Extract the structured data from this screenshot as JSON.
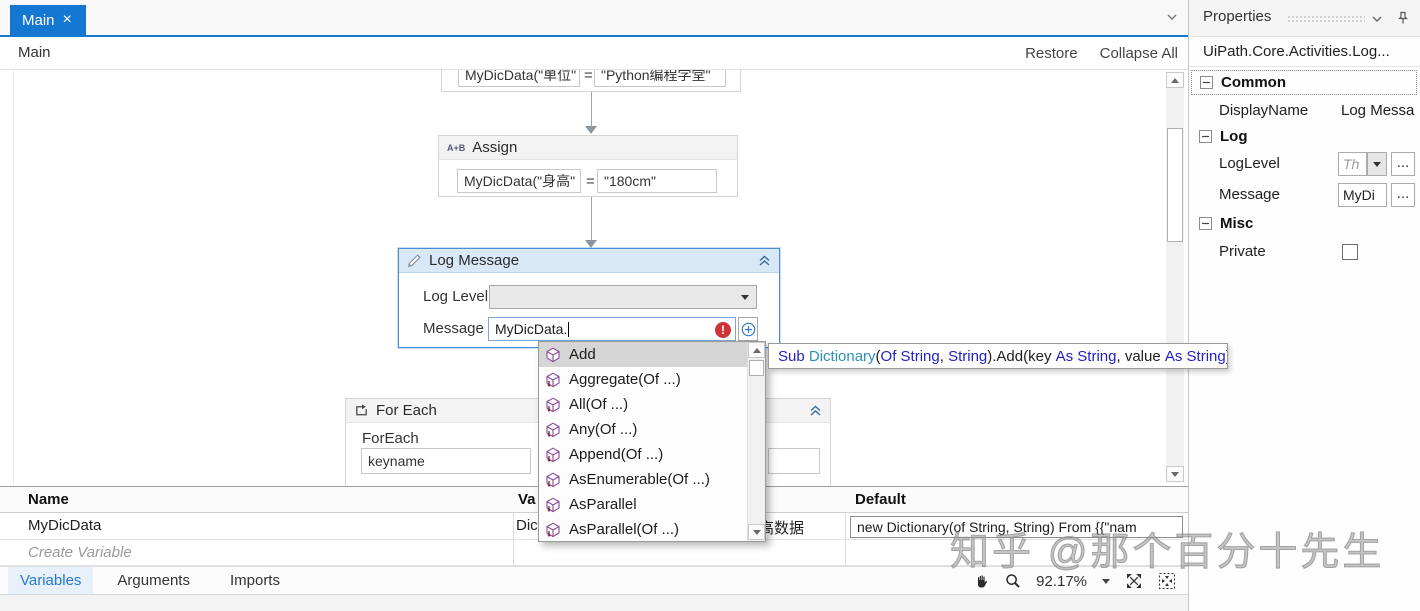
{
  "colors": {
    "accent_blue": "#1478d2",
    "selection_blue": "#4a8fd3",
    "error_red": "#d13438",
    "method_purple": "#8a4a9e",
    "keyword_blue": "#1f1fc8",
    "type_teal": "#2b91af"
  },
  "tab_bar": {
    "tab_title": "Main",
    "close_glyph": "×"
  },
  "breadcrumb": {
    "title": "Main",
    "restore": "Restore",
    "collapse_all": "Collapse All"
  },
  "canvas": {
    "clipped_activity": {
      "left_expr": "MyDicData(\"单位\"",
      "equals": "=",
      "right_expr": "\"Python编程学堂\""
    },
    "assign": {
      "icon_text": "A+B",
      "title": "Assign",
      "to_expr": "MyDicData(\"身高\"",
      "equals": "=",
      "value_expr": "\"180cm\""
    },
    "log_message": {
      "title": "Log Message",
      "log_level_label": "Log Level",
      "log_level_value": "",
      "message_label": "Message",
      "message_value": "MyDicData."
    },
    "for_each": {
      "title": "For Each",
      "foreach_label": "ForEach",
      "item_value": "keyname",
      "in_value": ""
    }
  },
  "autocomplete": {
    "items": [
      {
        "label": "Add"
      },
      {
        "label": "Aggregate(Of ...)"
      },
      {
        "label": "All(Of ...)"
      },
      {
        "label": "Any(Of ...)"
      },
      {
        "label": "Append(Of ...)"
      },
      {
        "label": "AsEnumerable(Of ...)"
      },
      {
        "label": "AsParallel"
      },
      {
        "label": "AsParallel(Of ...)"
      }
    ]
  },
  "tooltip": {
    "segments": [
      {
        "text": "Sub ",
        "style": "kw"
      },
      {
        "text": "Dictionary",
        "style": "type"
      },
      {
        "text": "(",
        "style": "plain"
      },
      {
        "text": "Of String",
        "style": "kw"
      },
      {
        "text": ", ",
        "style": "plain"
      },
      {
        "text": "String",
        "style": "kw"
      },
      {
        "text": ").Add(key ",
        "style": "plain"
      },
      {
        "text": "As String",
        "style": "kw"
      },
      {
        "text": ", value ",
        "style": "plain"
      },
      {
        "text": "As String",
        "style": "kw"
      },
      {
        "text": ")",
        "style": "plain"
      }
    ]
  },
  "variables_panel": {
    "headers": {
      "name": "Name",
      "type_partial": "Va",
      "default": "Default"
    },
    "row": {
      "name": "MyDicData",
      "type_partial": "Dict",
      "scope": "身高数据",
      "default_value": "new Dictionary(of String, String) From {{\"nam"
    },
    "create_variable": "Create Variable"
  },
  "bottom_bar": {
    "tabs": [
      "Variables",
      "Arguments",
      "Imports"
    ],
    "zoom_percent": "92.17%"
  },
  "properties": {
    "title": "Properties",
    "type_name": "UiPath.Core.Activities.Log...",
    "sections": {
      "common": "Common",
      "log": "Log",
      "misc": "Misc"
    },
    "fields": {
      "display_name_label": "DisplayName",
      "display_name_value": "Log Messa",
      "log_level_label": "LogLevel",
      "log_level_value": "Th",
      "message_label": "Message",
      "message_value": "MyDi",
      "private_label": "Private",
      "more_label": "..."
    }
  },
  "watermark": "知乎 @那个百分十先生"
}
